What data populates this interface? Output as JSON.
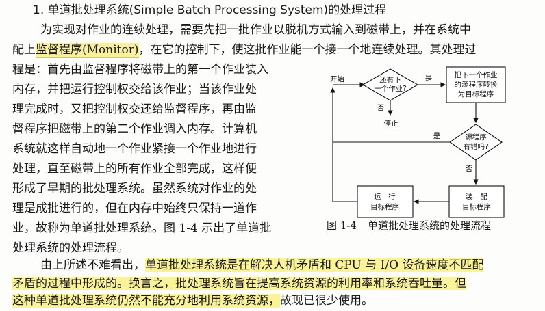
{
  "heading": "1. 单道批处理系统(Simple Batch Processing System)的处理过程",
  "para1": {
    "l1": "为实现对作业的连续处理，需要先把一批作业以脱机方式输入到磁带上，并在系统中",
    "l2_pre": "配上",
    "l2_term": "监督程序(Monitor)",
    "l2_post": "，在它的控制下，使这批作业能一个接一个地连续处理。其处理过",
    "l3": "程是：首先由监督程序将磁带上的第一个作业装入",
    "l4": "内存，并把运行控制权交给该作业；当该作业处",
    "l5": "理完成时，又把控制权交还给监督程序，再由监",
    "l6": "督程序把磁带上的第二个作业调入内存。计算机",
    "l7": "系统就这样自动地一个作业紧接一个作业地进行",
    "l8": "处理，直至磁带上的所有作业全部完成，这样便",
    "l9": "形成了早期的批处理系统。虽然系统对作业的处",
    "l10": "理是成批进行的，但在内存中始终只保持一道作",
    "l11": "业，故称为单道批处理系统。图 1-4 示出了单道批",
    "l12": "处理系统的处理流程。"
  },
  "para2": {
    "l1_pre": "由上所述不难看出，",
    "l1_hl": "单道批处理系统是在解决人机矛盾和 CPU 与 I/O 设备速度不匹配",
    "l2_hl": "矛盾的过程中形成的。换言之，批处理系统旨在提高系统资源的利用率和系统吞吐量。但",
    "l3_hl": "这种单道批处理系统仍然不能充分地利用系统资源，",
    "l3_post": "故现已很少使用。"
  },
  "figure": {
    "start": "开始",
    "d1_a": "还有下",
    "d1_b": "一个作业?",
    "yes1": "是",
    "no1": "否",
    "stop": "停止",
    "b1_a": "把下一个作业",
    "b1_b": "的源程序转换",
    "b1_c": "为目标程序",
    "d2_a": "源程序",
    "d2_b": "有错吗?",
    "yes2": "是",
    "no2": "否",
    "b2_a": "装　配",
    "b2_b": "目标程序",
    "b3_a": "运　行",
    "b3_b": "目标程序",
    "caption_num": "图 1-4",
    "caption_text": "单道批处理系统的处理流程"
  }
}
